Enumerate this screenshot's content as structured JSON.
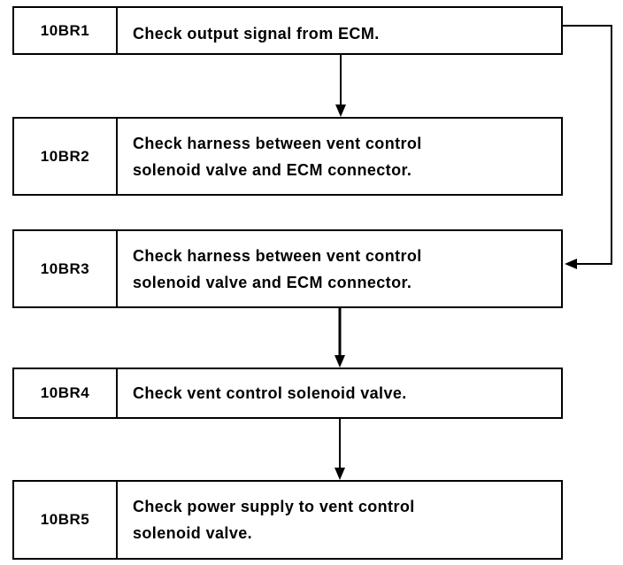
{
  "steps": [
    {
      "code": "10BR1",
      "text": "Check output signal from ECM."
    },
    {
      "code": "10BR2",
      "text": "Check harness between vent control\nsolenoid valve and ECM connector."
    },
    {
      "code": "10BR3",
      "text": "Check harness between vent control\nsolenoid valve and ECM connector."
    },
    {
      "code": "10BR4",
      "text": "Check vent control solenoid valve."
    },
    {
      "code": "10BR5",
      "text": "Check power supply to vent control\nsolenoid valve."
    }
  ]
}
